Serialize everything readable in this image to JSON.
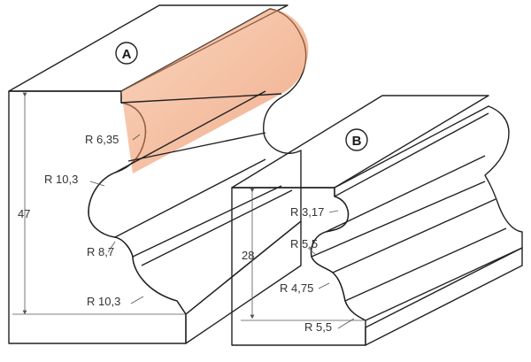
{
  "profiles": [
    {
      "badge": "A",
      "height": "47",
      "radii": [
        "R 6,35",
        "R 10,3",
        "R 8,7",
        "R 10,3"
      ]
    },
    {
      "badge": "B",
      "height": "28",
      "radii": [
        "R 3,17",
        "R 5,5",
        "R 4,75",
        "R 5,5"
      ]
    }
  ],
  "colors": {
    "orange_light": "#fde3cf",
    "orange_mid": "#f3a06e",
    "orange_dark": "#e4692e",
    "edge": "#222222"
  }
}
